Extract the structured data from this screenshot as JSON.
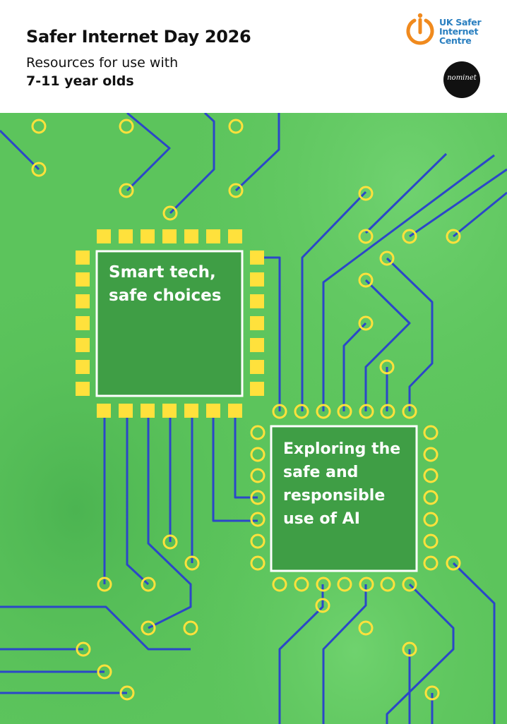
{
  "header": {
    "title": "Safer Internet Day 2026",
    "subtitle": "Resources for use with",
    "audience": "7-11 year olds"
  },
  "logos": {
    "uksic": {
      "line1": "UK Safer",
      "line2": "Internet",
      "line3": "Centre"
    },
    "nominet": {
      "text": "nominet"
    }
  },
  "chips": {
    "chip1": {
      "label": "Smart tech, safe choices"
    },
    "chip2": {
      "label": "Exploring the safe and responsible use of AI"
    }
  },
  "colors": {
    "background": "#5cc45c",
    "chip_fill": "#3f9e45",
    "trace": "#2b47c8",
    "node": "#ffe13c",
    "uksic_orange": "#f08a1e",
    "uksic_blue": "#2a7fc0"
  }
}
